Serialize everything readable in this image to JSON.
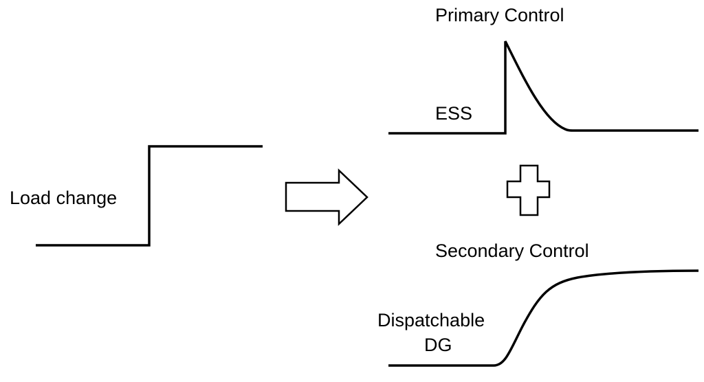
{
  "labels": {
    "load_change": "Load change",
    "primary_control": "Primary Control",
    "ess": "ESS",
    "secondary_control": "Secondary Control",
    "dispatchable_line1": "Dispatchable",
    "dispatchable_line2": "DG"
  },
  "icons": {
    "arrow": "right-arrow-icon",
    "plus": "plus-icon"
  },
  "colors": {
    "stroke": "#000000",
    "background": "#ffffff"
  }
}
